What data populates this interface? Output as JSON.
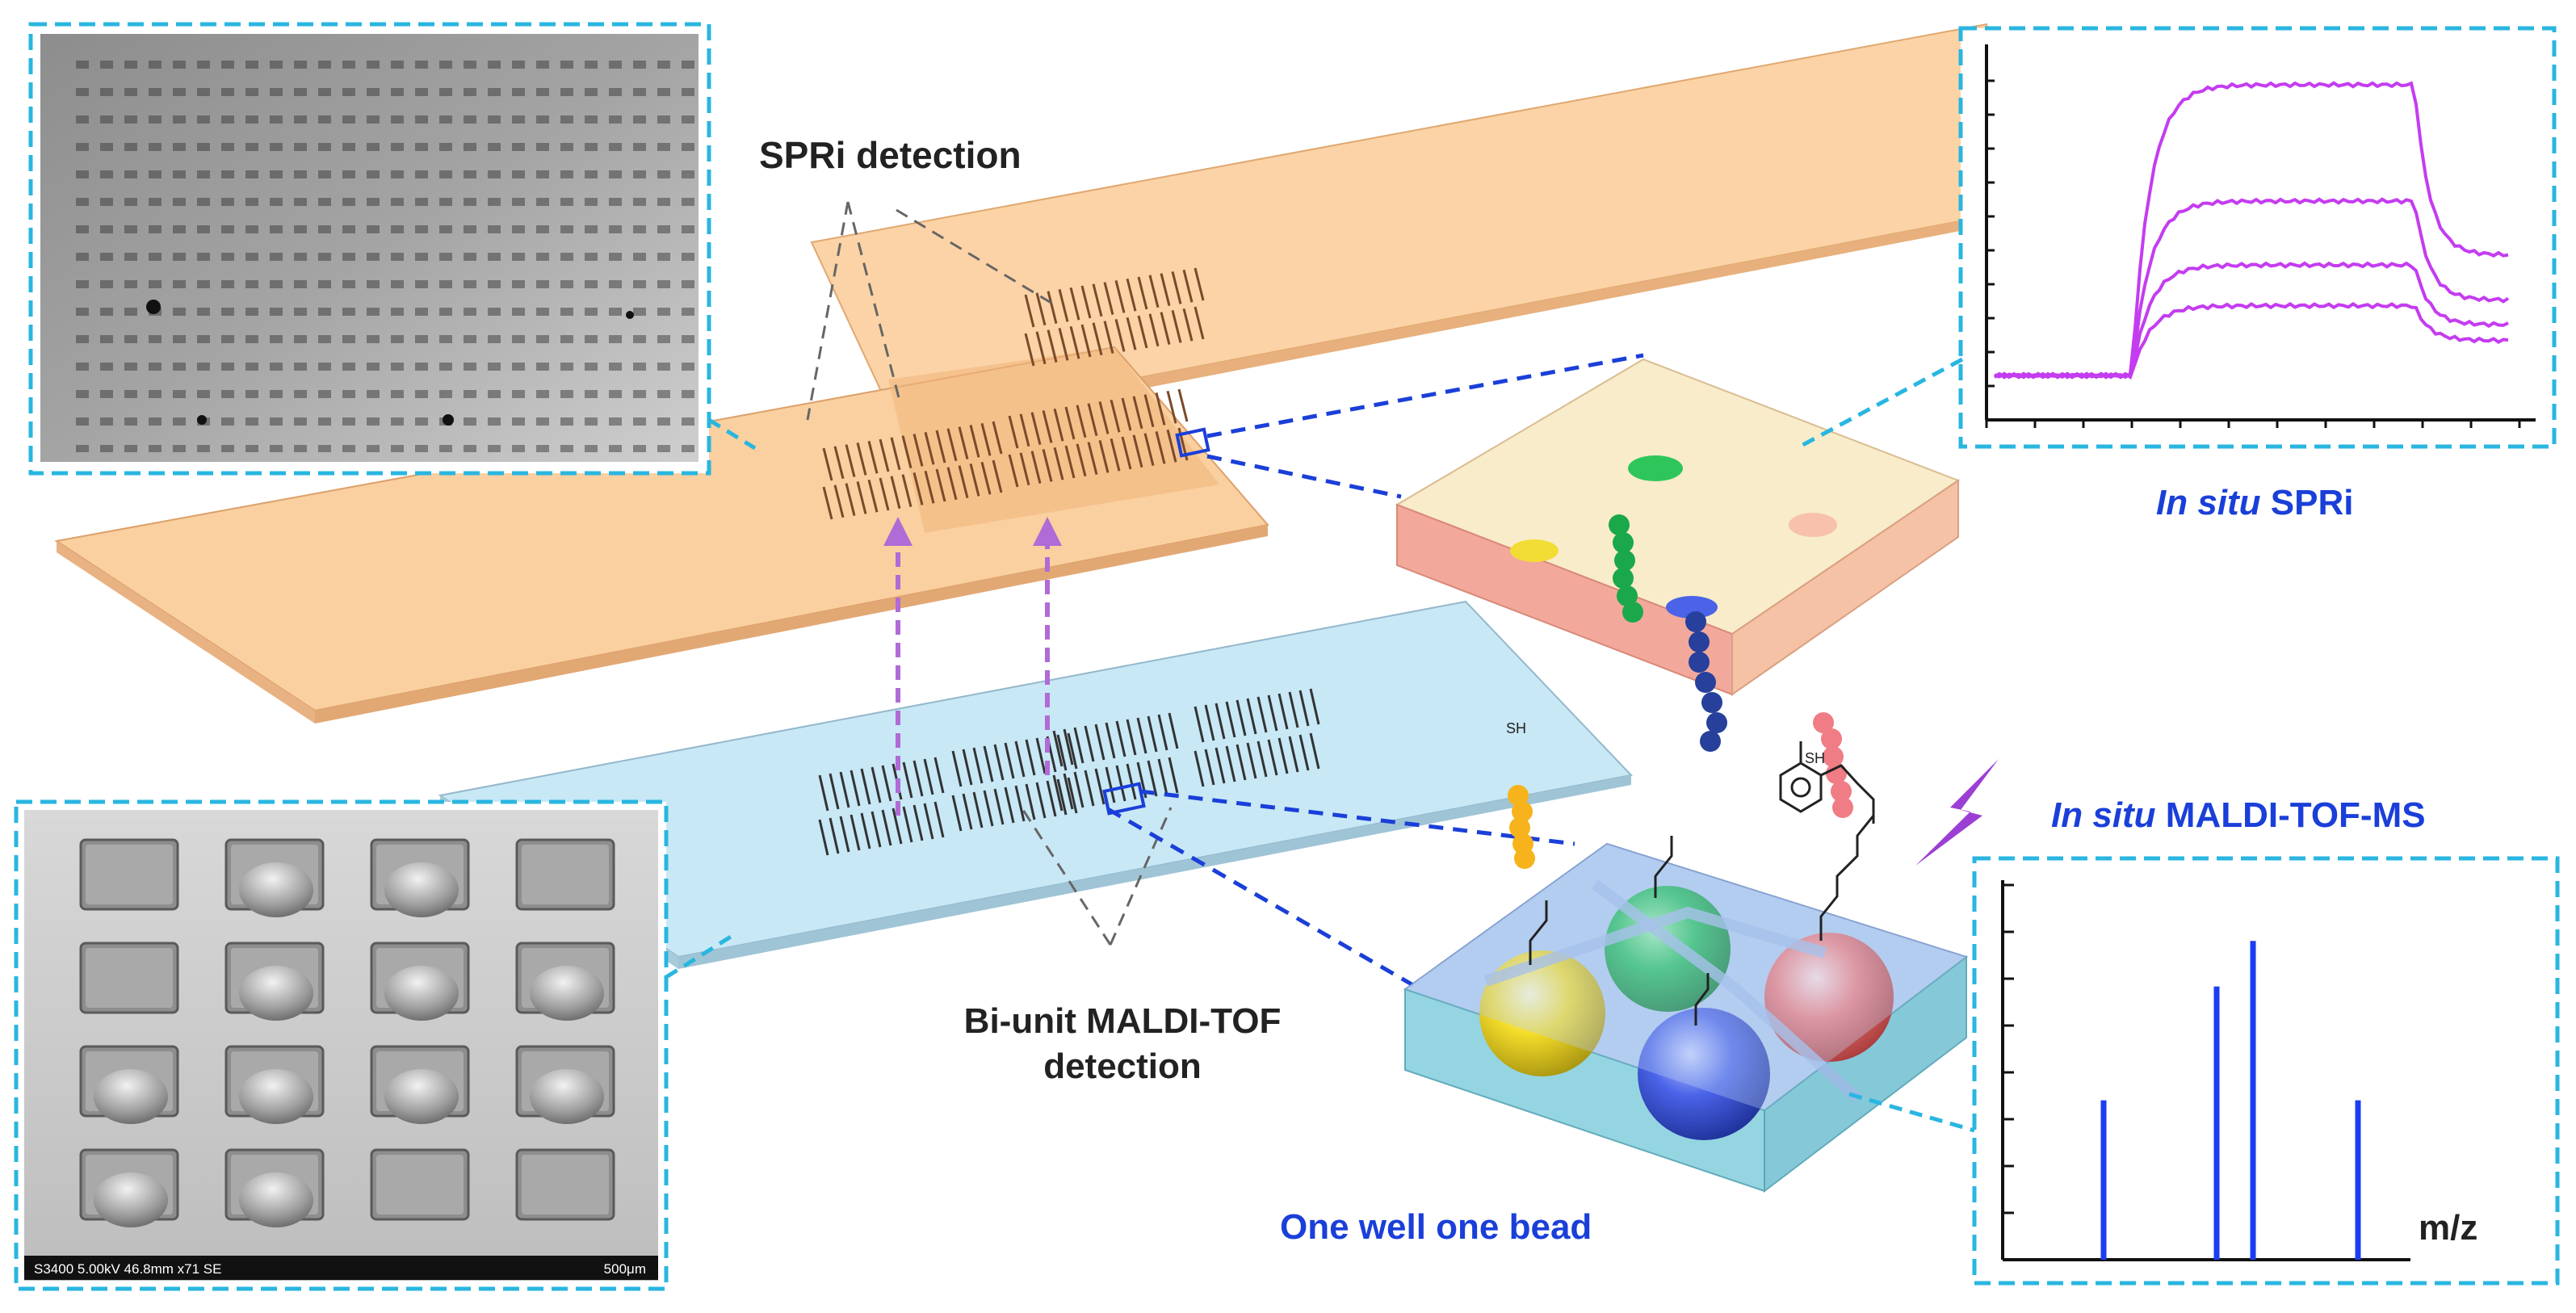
{
  "labels": {
    "spri_detection": "SPRi detection",
    "maldi_detection_line1": "Bi-unit MALDI-TOF",
    "maldi_detection_line2": "detection",
    "one_well_one_bead": "One well one bead",
    "in_situ_spri_prefix": "In situ",
    "in_situ_spri_suffix": " SPRi",
    "in_situ_maldi_prefix": "In situ",
    "in_situ_maldi_suffix": " MALDI-TOF-MS",
    "mz_axis": "m/z"
  },
  "sem_caption": {
    "left": "S3400 5.00kV 46.8mm x71 SE",
    "right": "500μm"
  },
  "molecule_labels": {
    "thiol": "SH"
  },
  "colors": {
    "callout_frame": "#29b6e0",
    "spri_curve": "#c43cf0",
    "ms_peak": "#1c3ef0",
    "arrow_dashed": "#b06bd6",
    "bead_green": "#22c05a",
    "bead_yellow": "#f4dc2a",
    "bead_blue": "#4a63e8",
    "bead_red": "#f07a7a",
    "chain_green": "#1aa84a",
    "chain_blue": "#26409c",
    "chain_pink": "#f07c85",
    "chain_orange": "#f6b31c",
    "lightning": "#9b3fd4",
    "upper_slide": "#f9cf9d",
    "lower_slide": "#bfe3f3"
  },
  "spri_chart": {
    "type": "line",
    "series_count": 4,
    "relative_levels": [
      1.0,
      0.6,
      0.38,
      0.24
    ]
  },
  "ms_chart": {
    "type": "bar",
    "xlabel": "m/z",
    "relative_peaks": [
      0.42,
      0.72,
      0.84,
      0.42
    ]
  }
}
